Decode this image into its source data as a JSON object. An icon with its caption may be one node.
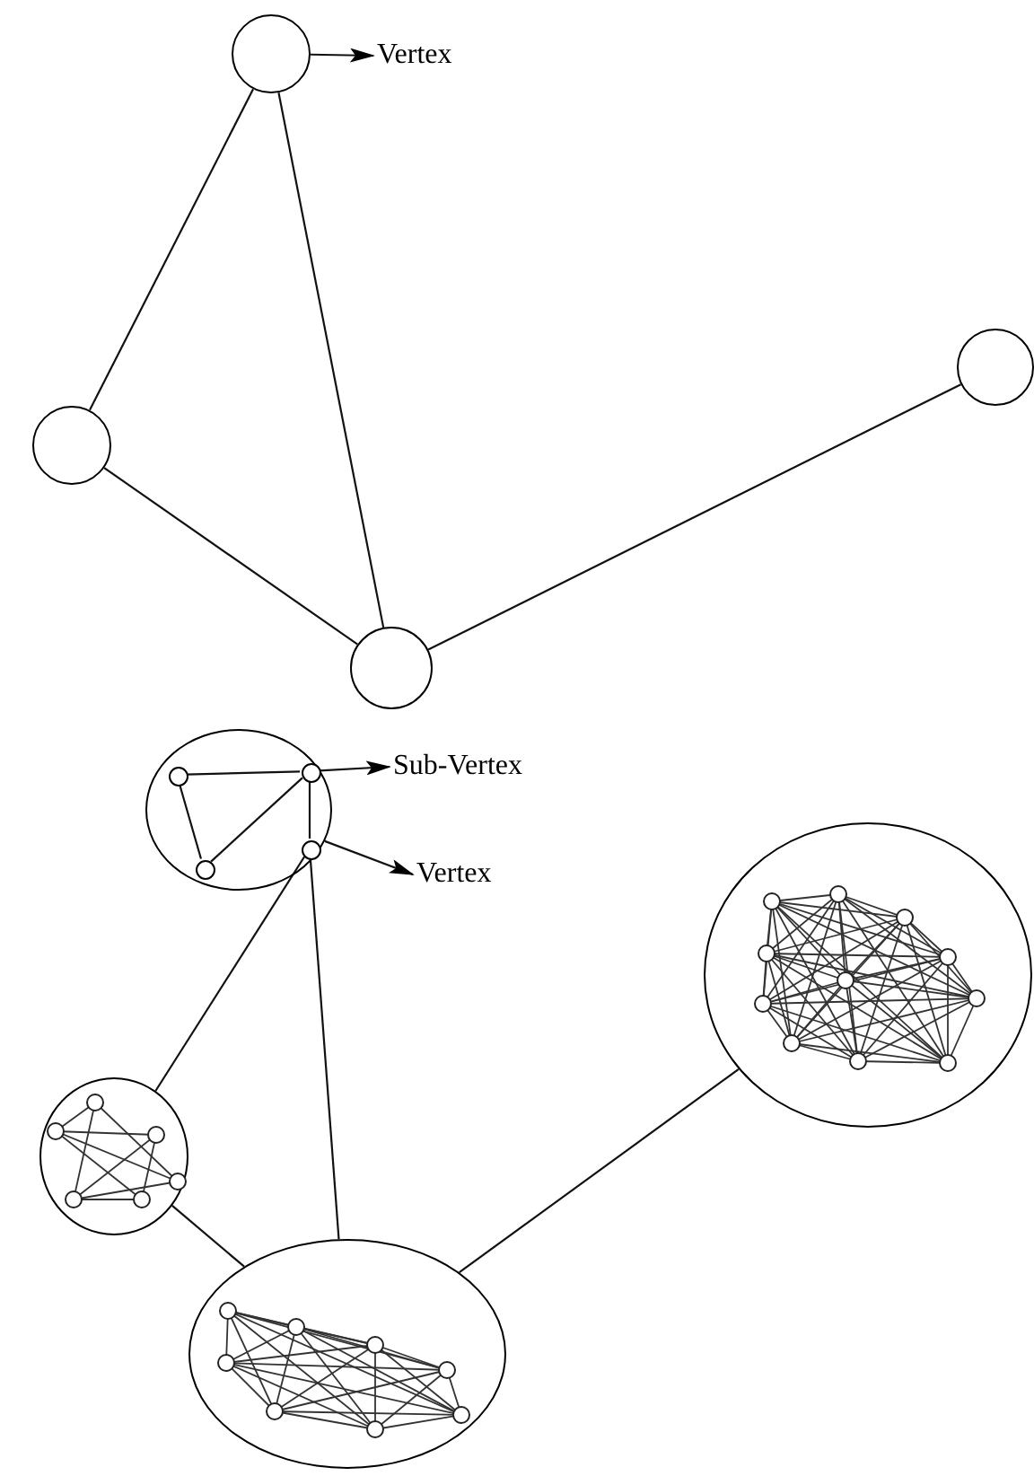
{
  "diagram": {
    "nodes": [
      {
        "text": [
          "Vertex"
        ]
      },
      {
        "text": [],
        "shape": "circle"
      },
      {
        "text": [],
        "shape": "circle"
      },
      {
        "text": [],
        "shape": "circle"
      },
      {
        "text": [],
        "shape": "circle"
      },
      {
        "text": [],
        "shape": "circle"
      },
      {
        "text": [],
        "shape": "circle",
        "in": 5
      },
      {
        "text": [],
        "shape": "circle",
        "in": 5
      },
      {
        "text": [],
        "shape": "circle",
        "in": 5
      },
      {
        "text": [],
        "shape": "circle",
        "in": 5
      },
      {
        "text": [
          "Sub-Vertex"
        ]
      },
      {
        "text": [
          "Vertex"
        ]
      },
      {
        "text": [],
        "shape": "circle"
      },
      {
        "text": [],
        "shape": "circle"
      },
      {
        "text": [],
        "shape": "circle"
      }
    ],
    "edges": [
      {
        "from": 1,
        "to": 0,
        "arrow": "to"
      },
      {
        "from": 1,
        "to": 2,
        "arrow": "none"
      },
      {
        "from": 1,
        "to": 3,
        "arrow": "none"
      },
      {
        "from": 2,
        "to": 3,
        "arrow": "none"
      },
      {
        "from": 3,
        "to": 4,
        "arrow": "none"
      },
      {
        "from": 6,
        "to": 7,
        "arrow": "none"
      },
      {
        "from": 6,
        "to": 8,
        "arrow": "none"
      },
      {
        "from": 8,
        "to": 7,
        "arrow": "none"
      },
      {
        "from": 7,
        "to": 9,
        "arrow": "none"
      },
      {
        "from": 7,
        "to": 10,
        "arrow": "to"
      },
      {
        "from": 5,
        "to": 11,
        "arrow": "to"
      },
      {
        "from": 9,
        "to": 12,
        "arrow": "none"
      },
      {
        "from": 9,
        "to": 13,
        "arrow": "none"
      },
      {
        "from": 12,
        "to": 13,
        "arrow": "none"
      },
      {
        "from": 13,
        "to": 14,
        "arrow": "none"
      }
    ]
  }
}
